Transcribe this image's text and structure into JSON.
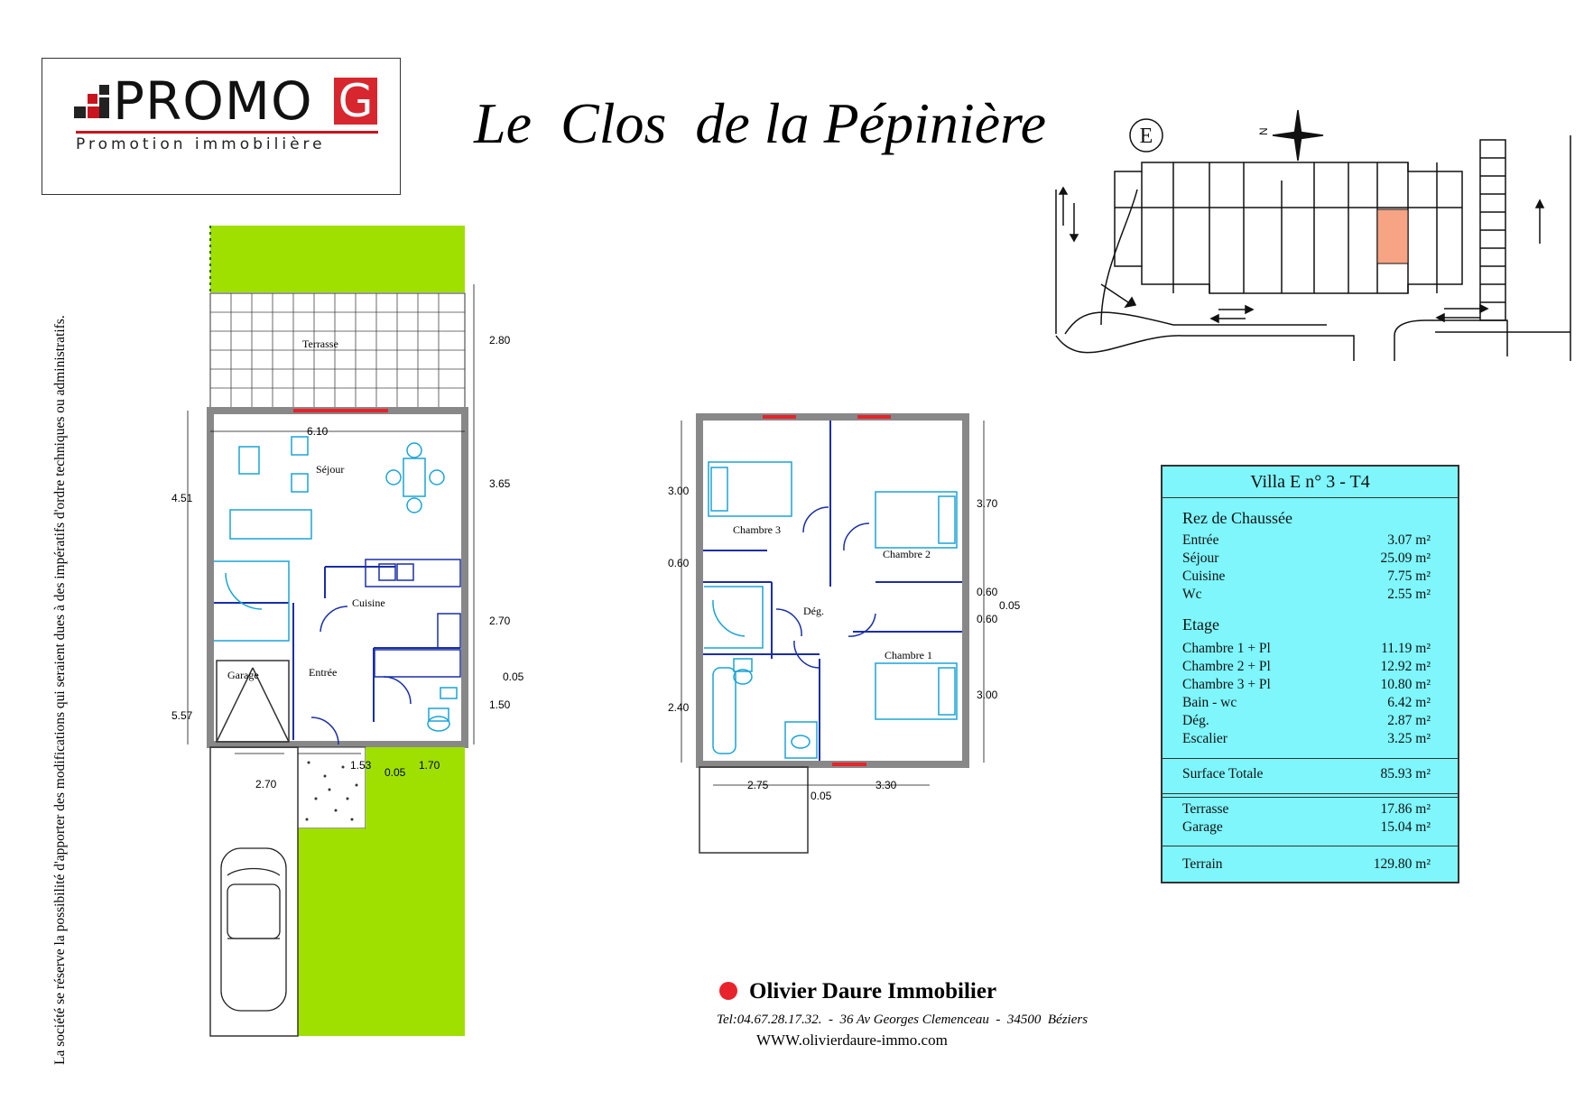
{
  "logo": {
    "word": "PROMO",
    "letter": "G",
    "subtitle": "Promotion immobilière"
  },
  "title": "Le  Clos  de la Pépinière",
  "disclaimer": "La société se réserve la possibilité d'apporter des modifications qui seraient dues à des impératifs d'ordre techniques ou administratifs.",
  "site_plan": {
    "compass_label": "E",
    "north_label": "N"
  },
  "ground_floor": {
    "rooms": {
      "terrasse": "Terrasse",
      "sejour": "Séjour",
      "cuisine": "Cuisine",
      "garage": "Garage",
      "entree": "Entrée"
    },
    "dims": {
      "width_top": "6.10",
      "terrasse_depth": "2.80",
      "d1": "4.51",
      "d2": "3.65",
      "d3": "2.70",
      "d4": "0.05",
      "d5": "1.50",
      "d6": "5.57",
      "d7": "2.70",
      "d8": "1.53",
      "d9": "0.05",
      "d10": "1.70"
    }
  },
  "upper_floor": {
    "rooms": {
      "ch3": "Chambre 3",
      "ch2": "Chambre 2",
      "ch1": "Chambre 1",
      "deg": "Dég."
    },
    "dims": {
      "l1": "3.00",
      "l2": "0.60",
      "l3": "2.40",
      "r1": "3.70",
      "r2": "0.60",
      "r3": "0.05",
      "r4": "0.60",
      "r5": "3.00",
      "b1": "2.75",
      "b2": "0.05",
      "b3": "3.30"
    }
  },
  "surfaces": {
    "header": "Villa  E n° 3  -  T4",
    "rdc_title": "Rez  de  Chaussée",
    "rdc": [
      {
        "label": "Entrée",
        "value": "3.07 m²"
      },
      {
        "label": "Séjour",
        "value": "25.09 m²"
      },
      {
        "label": "Cuisine",
        "value": "7.75 m²"
      },
      {
        "label": "Wc",
        "value": "2.55 m²"
      }
    ],
    "etage_title": "Etage",
    "etage": [
      {
        "label": "Chambre 1 + Pl",
        "value": "11.19 m²"
      },
      {
        "label": "Chambre 2 + Pl",
        "value": "12.92 m²"
      },
      {
        "label": "Chambre 3 + Pl",
        "value": "10.80 m²"
      },
      {
        "label": "Bain - wc",
        "value": "6.42 m²"
      },
      {
        "label": "Dég.",
        "value": "2.87 m²"
      },
      {
        "label": "Escalier",
        "value": "3.25 m²"
      }
    ],
    "total": {
      "label": "Surface Totale",
      "value": "85.93 m²"
    },
    "ext": [
      {
        "label": "Terrasse",
        "value": "17.86 m²"
      },
      {
        "label": "Garage",
        "value": "15.04 m²"
      }
    ],
    "terrain": {
      "label": "Terrain",
      "value": "129.80 m²"
    }
  },
  "agency": {
    "name": "Olivier Daure Immobilier",
    "tel": "Tel:04.67.28.17.32.  -  36 Av Georges Clemenceau  -  34500  Béziers",
    "web": "WWW.olivierdaure-immo.com"
  },
  "colors": {
    "lawn": "#9fe000",
    "table_bg": "#7ef6fb",
    "window": "#e8232b",
    "furniture": "#1aa3d8",
    "wall_line": "#1a2ea8"
  }
}
